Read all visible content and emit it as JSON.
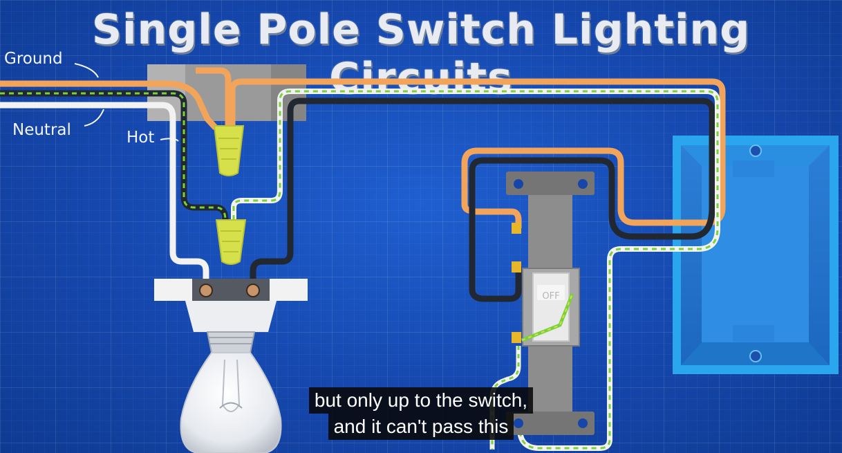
{
  "title": "Single Pole Switch Lighting Circuits",
  "labels": {
    "ground": "Ground",
    "neutral": "Neutral",
    "hot": "Hot",
    "switch_off": "OFF"
  },
  "captions": [
    "but only up to the switch,",
    "and it can't pass this"
  ],
  "colors": {
    "background": "#1546a8",
    "hot_wire": "#f2a45a",
    "neutral_wire": "#f2f2f2",
    "ground_wire": "#222831",
    "ground_stripe": "#7ad13a",
    "wire_nut": "#d6e04a",
    "box": "#2aa6ee",
    "switch_body": "#8d8d8d",
    "terminal": "#e8b62a"
  }
}
